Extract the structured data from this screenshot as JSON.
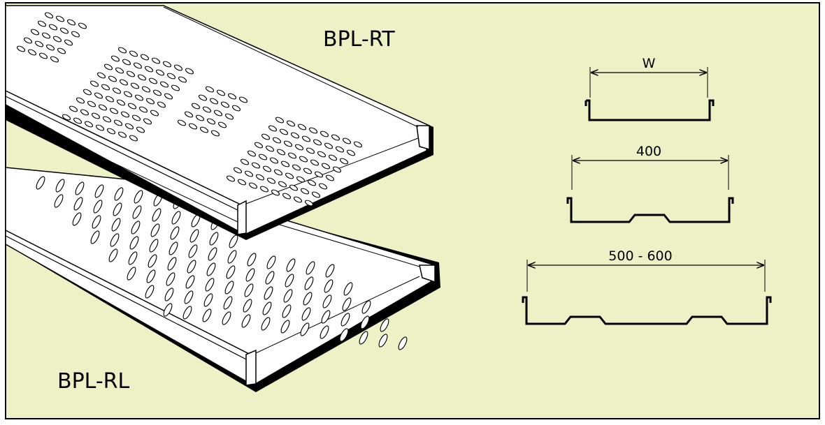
{
  "colors": {
    "background": "#eef0c6",
    "frame": "#000000",
    "tray_face": "#ffffff",
    "tray_outline": "#000000"
  },
  "labels": {
    "top_tray": "BPL-RT",
    "bottom_tray": "BPL-RL"
  },
  "profiles": [
    {
      "dimension_label": "W",
      "profile_type": "flat"
    },
    {
      "dimension_label": "400",
      "profile_type": "single-rib"
    },
    {
      "dimension_label": "500 - 600",
      "profile_type": "double-rib"
    }
  ]
}
